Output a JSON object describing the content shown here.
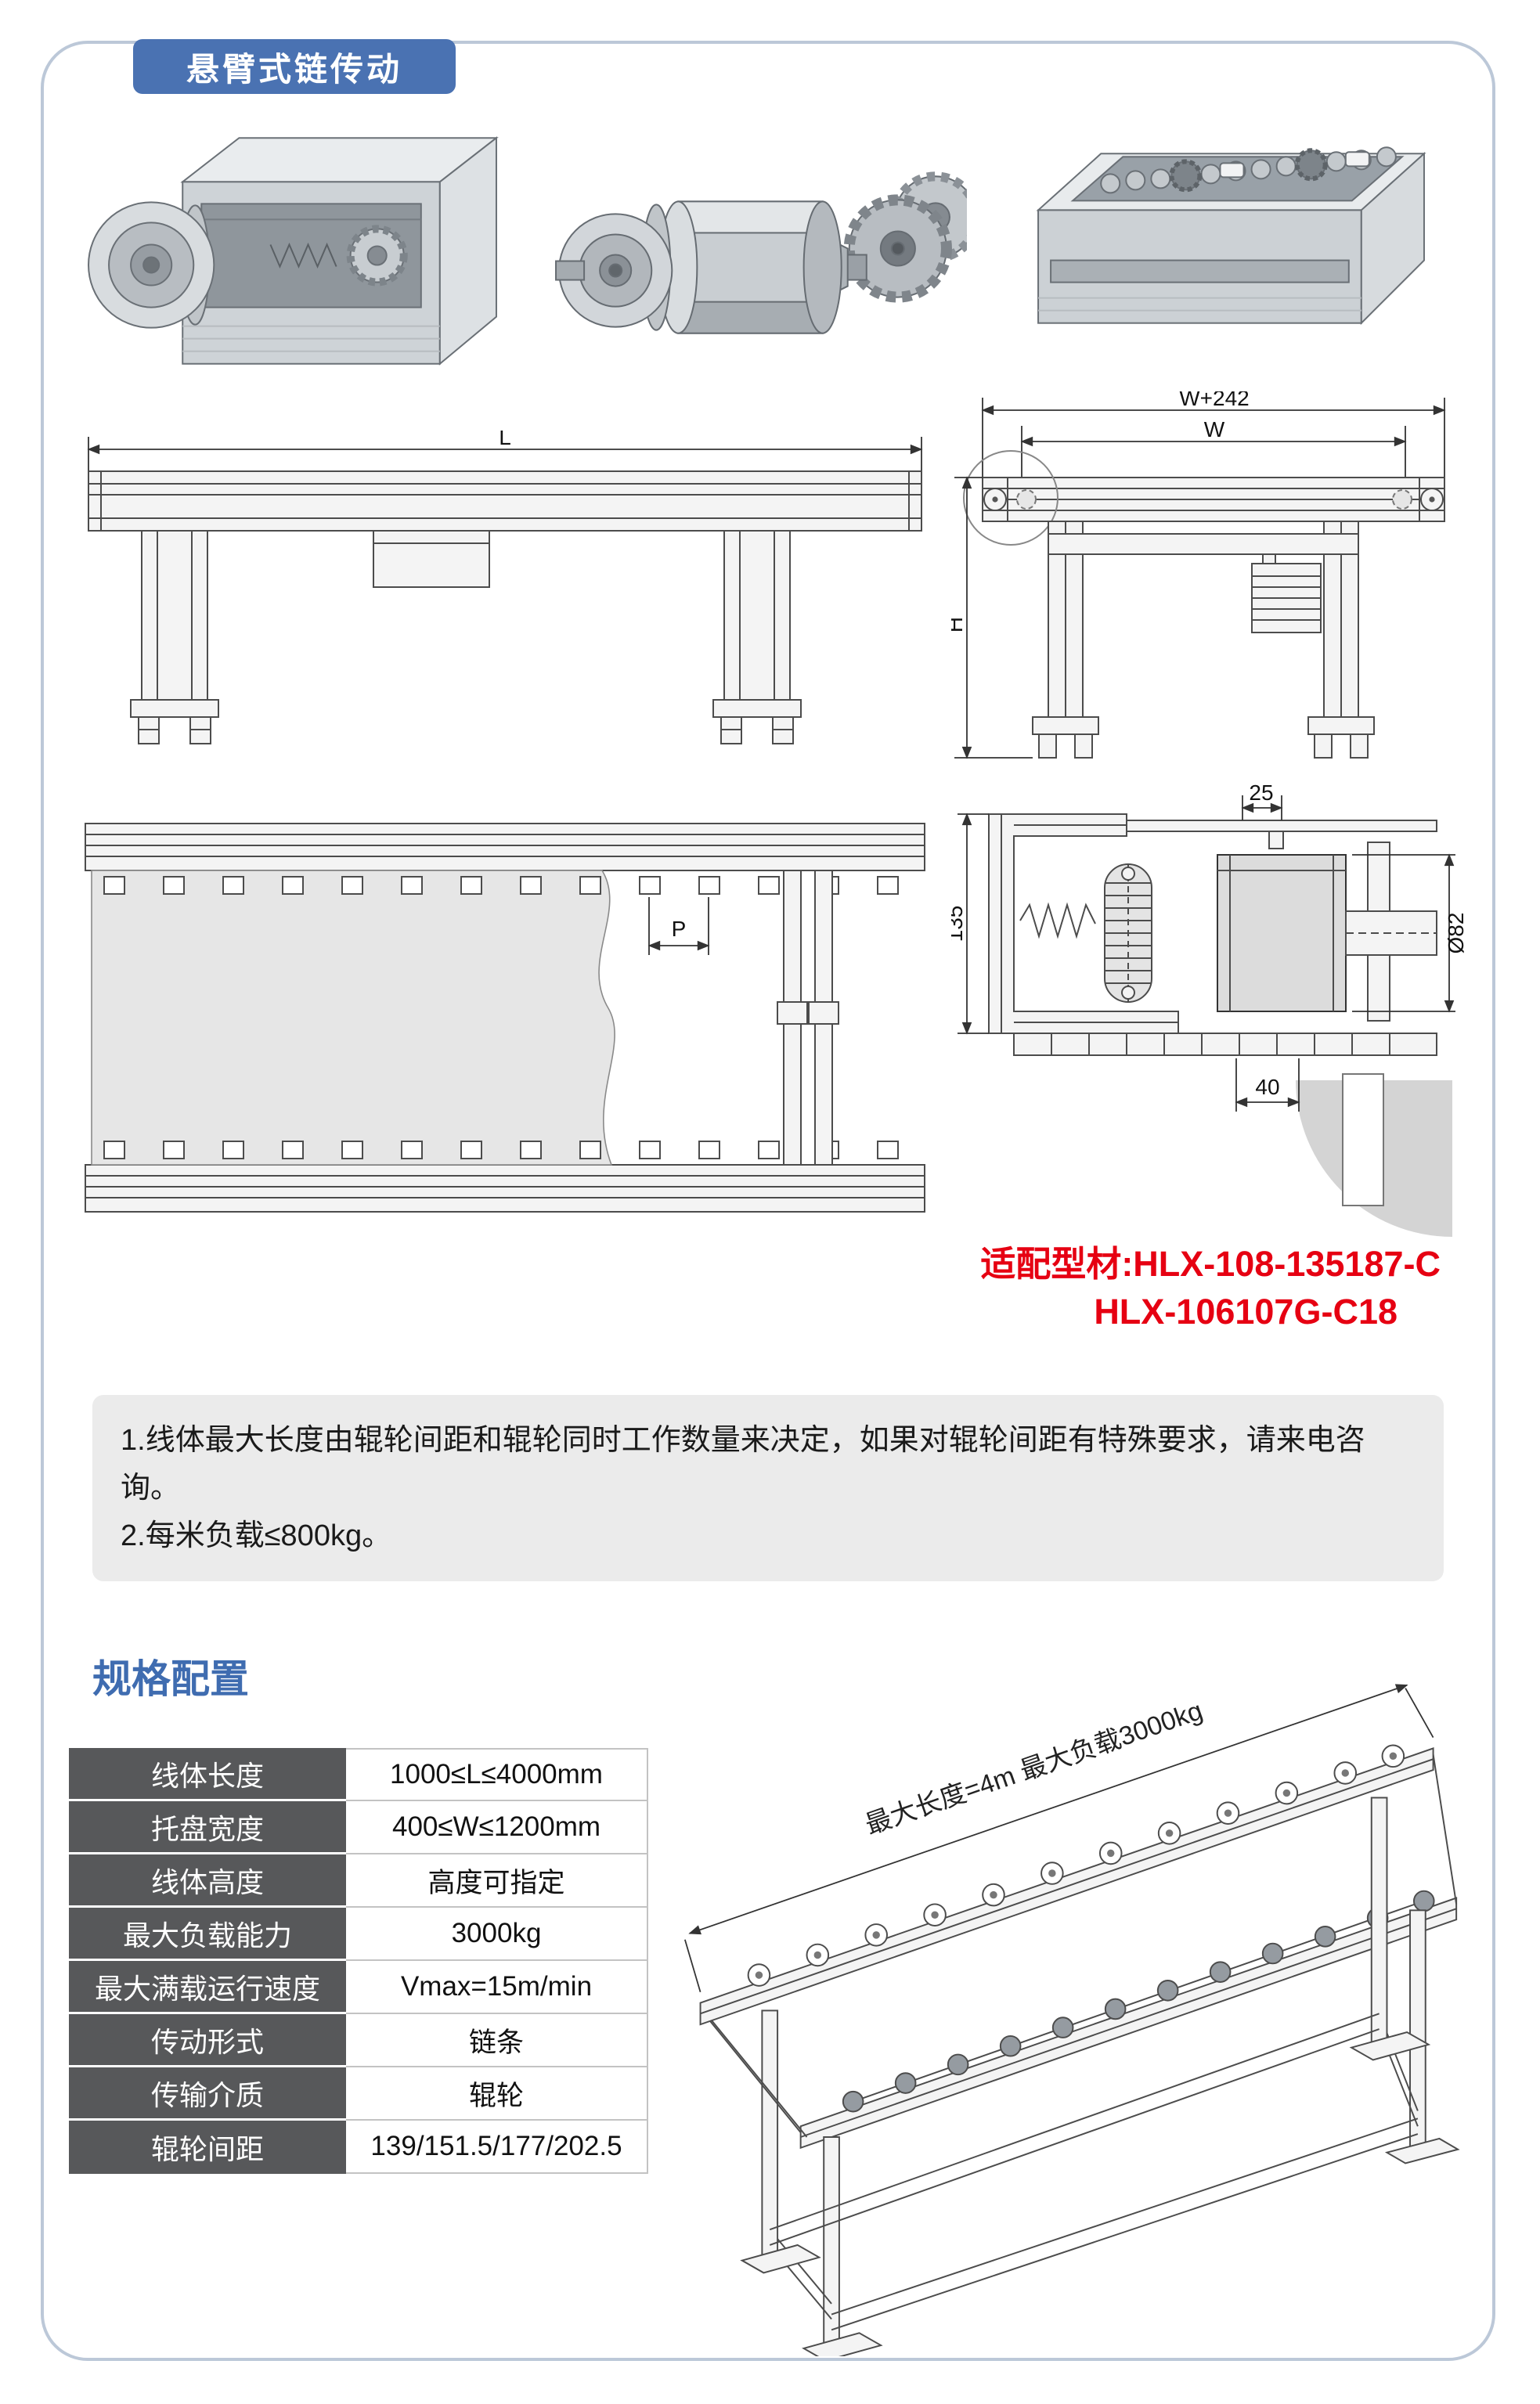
{
  "page": {
    "badge": "悬臂式链传动"
  },
  "colors": {
    "accent_blue": "#4a72b2",
    "title_blue": "#3f6cb0",
    "red": "#e60012",
    "table_header_bg": "#57585a",
    "note_bg": "#ebebeb",
    "frame_border": "#bcc8d8"
  },
  "drawings": {
    "side_view": {
      "dim_length": "L"
    },
    "end_view": {
      "dim_outer": "W+242",
      "dim_inner": "W",
      "dim_height": "H"
    },
    "plan_view": {
      "dim_pitch": "P"
    },
    "section_view": {
      "dim_top": "25",
      "dim_left": "135",
      "dim_diameter": "Ø82",
      "dim_bottom": "40"
    }
  },
  "compatibility": {
    "line1": "适配型材:HLX-108-135187-C",
    "line2": "HLX-106107G-C18"
  },
  "notes": {
    "line1": "1.线体最大长度由辊轮间距和辊轮同时工作数量来决定，如果对辊轮间距有特殊要求，请来电咨询。",
    "line2": "2.每米负载≤800kg。"
  },
  "specs": {
    "title": "规格配置",
    "rows": [
      {
        "label": "线体长度",
        "value": "1000≤L≤4000mm"
      },
      {
        "label": "托盘宽度",
        "value": "400≤W≤1200mm"
      },
      {
        "label": "线体高度",
        "value": "高度可指定"
      },
      {
        "label": "最大负载能力",
        "value": "3000kg"
      },
      {
        "label": "最大满载运行速度",
        "value": "Vmax=15m/min"
      },
      {
        "label": "传动形式",
        "value": "链条"
      },
      {
        "label": "传输介质",
        "value": "辊轮"
      },
      {
        "label": "辊轮间距",
        "value": "139/151.5/177/202.5"
      }
    ]
  },
  "iso_drawing": {
    "annotation": "最大长度=4m 最大负载3000kg"
  }
}
